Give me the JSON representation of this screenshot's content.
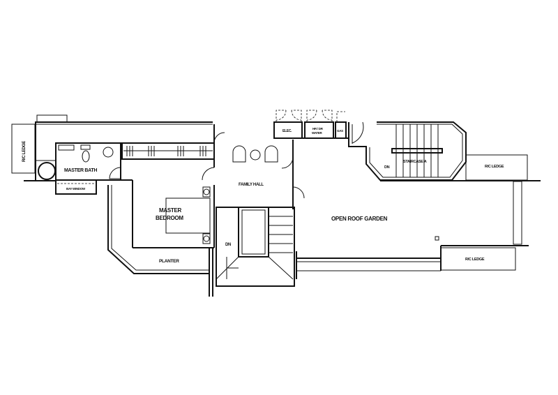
{
  "plan": {
    "rooms": {
      "rc_ledge_left": "R/C LEDGE",
      "master_bath": "MASTER BATH",
      "bay_window": "BAY WINDOW",
      "master_bedroom_line1": "MASTER",
      "master_bedroom_line2": "BEDROOM",
      "planter": "PLANTER",
      "family_hall": "FAMILY HALL",
      "dn_main": "DN",
      "elec": "ELEC.",
      "hr_dr_water_line1": "HR / DR",
      "hr_dr_water_line2": "WATER",
      "gas": "GAS",
      "staircase_a": "STAIRCASE A",
      "dn_staircase": "DN",
      "rc_ledge_right": "R/C LEDGE",
      "open_roof_garden": "OPEN ROOF GARDEN",
      "rc_ledge_bottom": "R/C LEDGE"
    }
  }
}
